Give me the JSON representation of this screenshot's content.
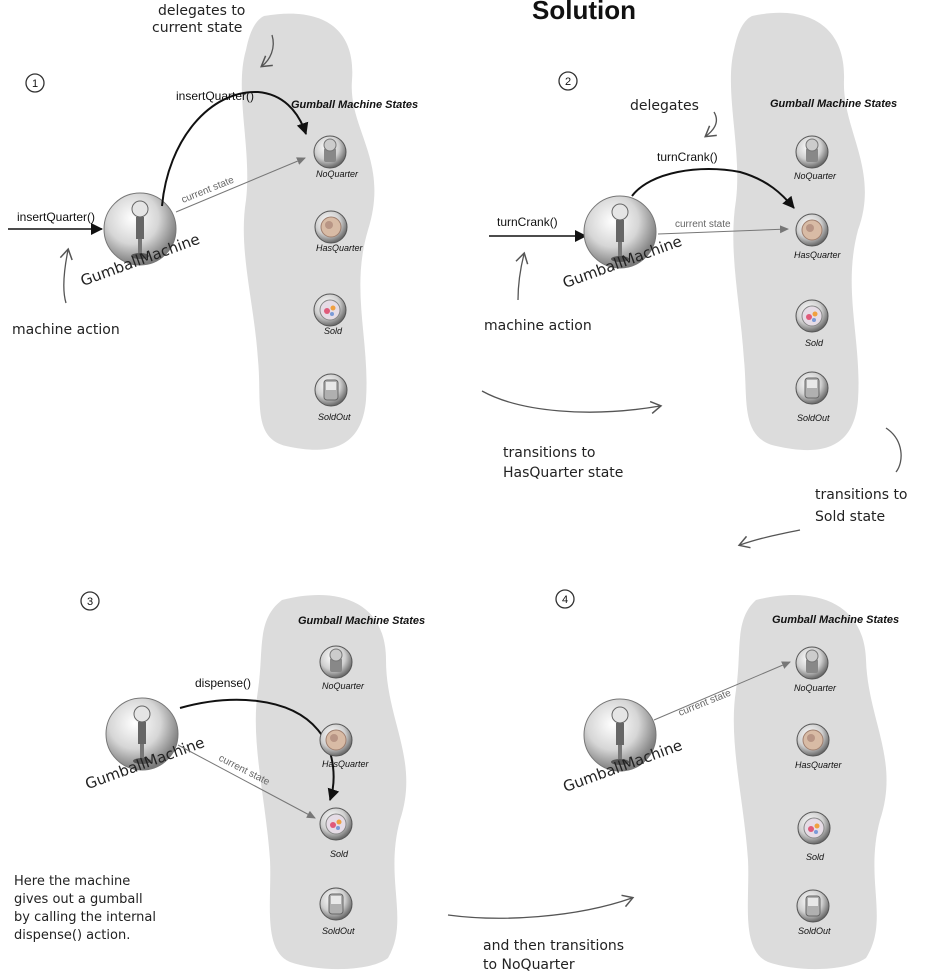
{
  "title": "Solution",
  "panel_heading": "Gumball Machine States",
  "machine_name": "GumballMachine",
  "states": [
    "NoQuarter",
    "HasQuarter",
    "Sold",
    "SoldOut"
  ],
  "current_state_label": "current state",
  "panels": [
    {
      "number": "1",
      "call": "insertQuarter()",
      "action": "insertQuarter()",
      "action_note": "machine action",
      "delegate_note": [
        "delegates to",
        "current state"
      ]
    },
    {
      "number": "2",
      "call": "turnCrank()",
      "action": "turnCrank()",
      "action_note": "machine action",
      "delegate_note": [
        "delegates"
      ]
    },
    {
      "number": "3",
      "call": "dispense()",
      "note": [
        "Here the machine",
        "gives out a gumball",
        "by calling the internal",
        "dispense() action."
      ]
    },
    {
      "number": "4"
    }
  ],
  "transitions": {
    "t1": [
      "transitions to",
      "HasQuarter state"
    ],
    "t2": [
      "transitions to",
      "Sold state"
    ],
    "t3": [
      "and then transitions",
      "to NoQuarter"
    ]
  }
}
